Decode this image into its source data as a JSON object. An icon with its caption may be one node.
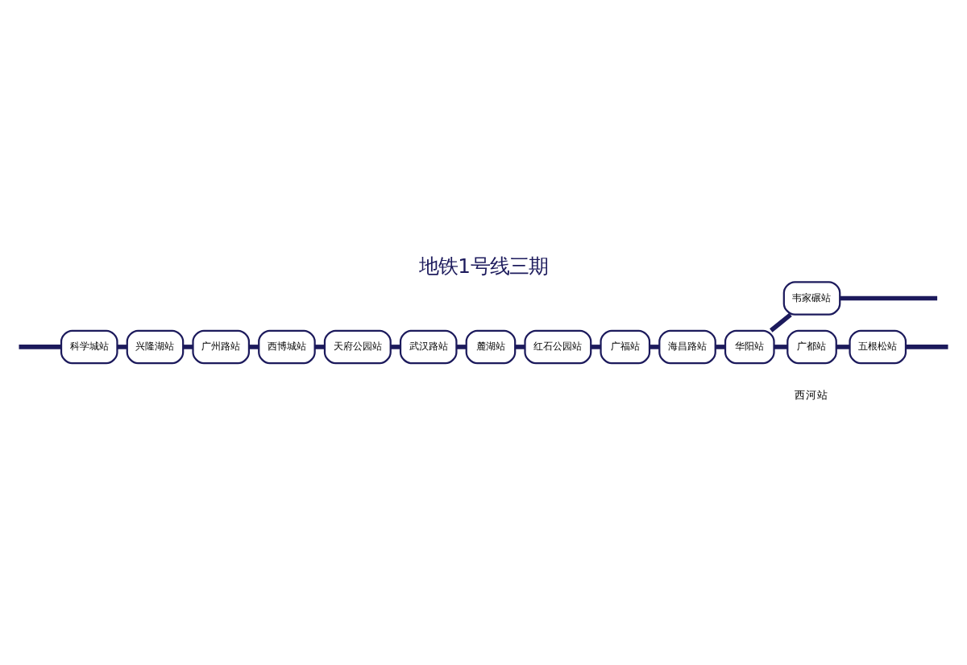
{
  "diagram": {
    "title": "地铁1号线三期",
    "nodes": [
      {
        "text": [
          "科学城站"
        ]
      },
      {
        "text": [
          "兴隆湖站"
        ]
      },
      {
        "text": [
          "广州路站"
        ]
      },
      {
        "text": [
          "西博城站"
        ]
      },
      {
        "text": [
          "天府公园站"
        ]
      },
      {
        "text": [
          "武汉路站"
        ]
      },
      {
        "text": [
          "麓湖站"
        ]
      },
      {
        "text": [
          "红石公园站"
        ]
      },
      {
        "text": [
          "广福站"
        ]
      },
      {
        "text": [
          "海昌路站"
        ]
      },
      {
        "text": [
          "华阳站"
        ]
      },
      {
        "text": [
          "韦家碾站"
        ]
      },
      {
        "text": [
          "广都站"
        ]
      },
      {
        "text": [
          "五根松站"
        ]
      }
    ],
    "edges": [
      {
        "from": null,
        "to": 0,
        "arrow": "none"
      },
      {
        "from": 0,
        "to": 1,
        "arrow": "none"
      },
      {
        "from": 1,
        "to": 2,
        "arrow": "none"
      },
      {
        "from": 2,
        "to": 3,
        "arrow": "none"
      },
      {
        "from": 3,
        "to": 4,
        "arrow": "none"
      },
      {
        "from": 4,
        "to": 5,
        "arrow": "none"
      },
      {
        "from": 5,
        "to": 6,
        "arrow": "none"
      },
      {
        "from": 6,
        "to": 7,
        "arrow": "none"
      },
      {
        "from": 7,
        "to": 8,
        "arrow": "none"
      },
      {
        "from": 8,
        "to": 9,
        "arrow": "none"
      },
      {
        "from": 9,
        "to": 10,
        "arrow": "none"
      },
      {
        "from": 10,
        "to": 11,
        "arrow": "none"
      },
      {
        "from": 11,
        "to": null,
        "arrow": "none"
      },
      {
        "from": 10,
        "to": 12,
        "arrow": "none"
      },
      {
        "from": 12,
        "to": 13,
        "arrow": "none"
      },
      {
        "from": 13,
        "to": null,
        "arrow": "none"
      }
    ],
    "labels": [
      "西河站"
    ]
  }
}
